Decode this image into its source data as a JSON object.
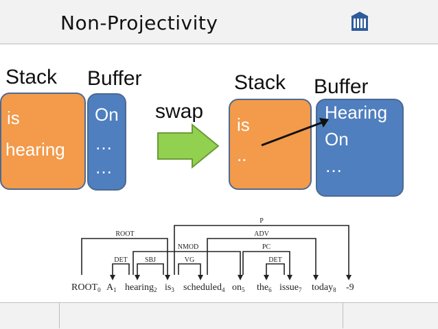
{
  "title": "Non-Projectivity",
  "left": {
    "stack_label": "Stack",
    "buffer_label": "Buffer",
    "stack_items": [
      "is",
      "hearing"
    ],
    "buffer_items": [
      "On",
      "…",
      "…"
    ]
  },
  "action": "swap",
  "right": {
    "stack_label": "Stack",
    "buffer_label": "Buffer",
    "stack_items": [
      "is",
      ".."
    ],
    "buffer_items": [
      "Hearing",
      "On",
      "…"
    ]
  },
  "tree": {
    "words": [
      {
        "w": "ROOT",
        "i": "0"
      },
      {
        "w": "A",
        "i": "1"
      },
      {
        "w": "hearing",
        "i": "2"
      },
      {
        "w": "is",
        "i": "3"
      },
      {
        "w": "scheduled",
        "i": "4"
      },
      {
        "w": "on",
        "i": "5"
      },
      {
        "w": "the",
        "i": "6"
      },
      {
        "w": "issue",
        "i": "7"
      },
      {
        "w": "today",
        "i": "8"
      },
      {
        "w": ".",
        "i": "9"
      }
    ],
    "arc_labels": [
      "P",
      "ROOT",
      "ADV",
      "NMOD",
      "PC",
      "DET",
      "SBJ",
      "VG",
      "DET"
    ]
  },
  "colors": {
    "stack": "#f39a4b",
    "buffer": "#4f7fbf",
    "arrow": "#92d050"
  }
}
